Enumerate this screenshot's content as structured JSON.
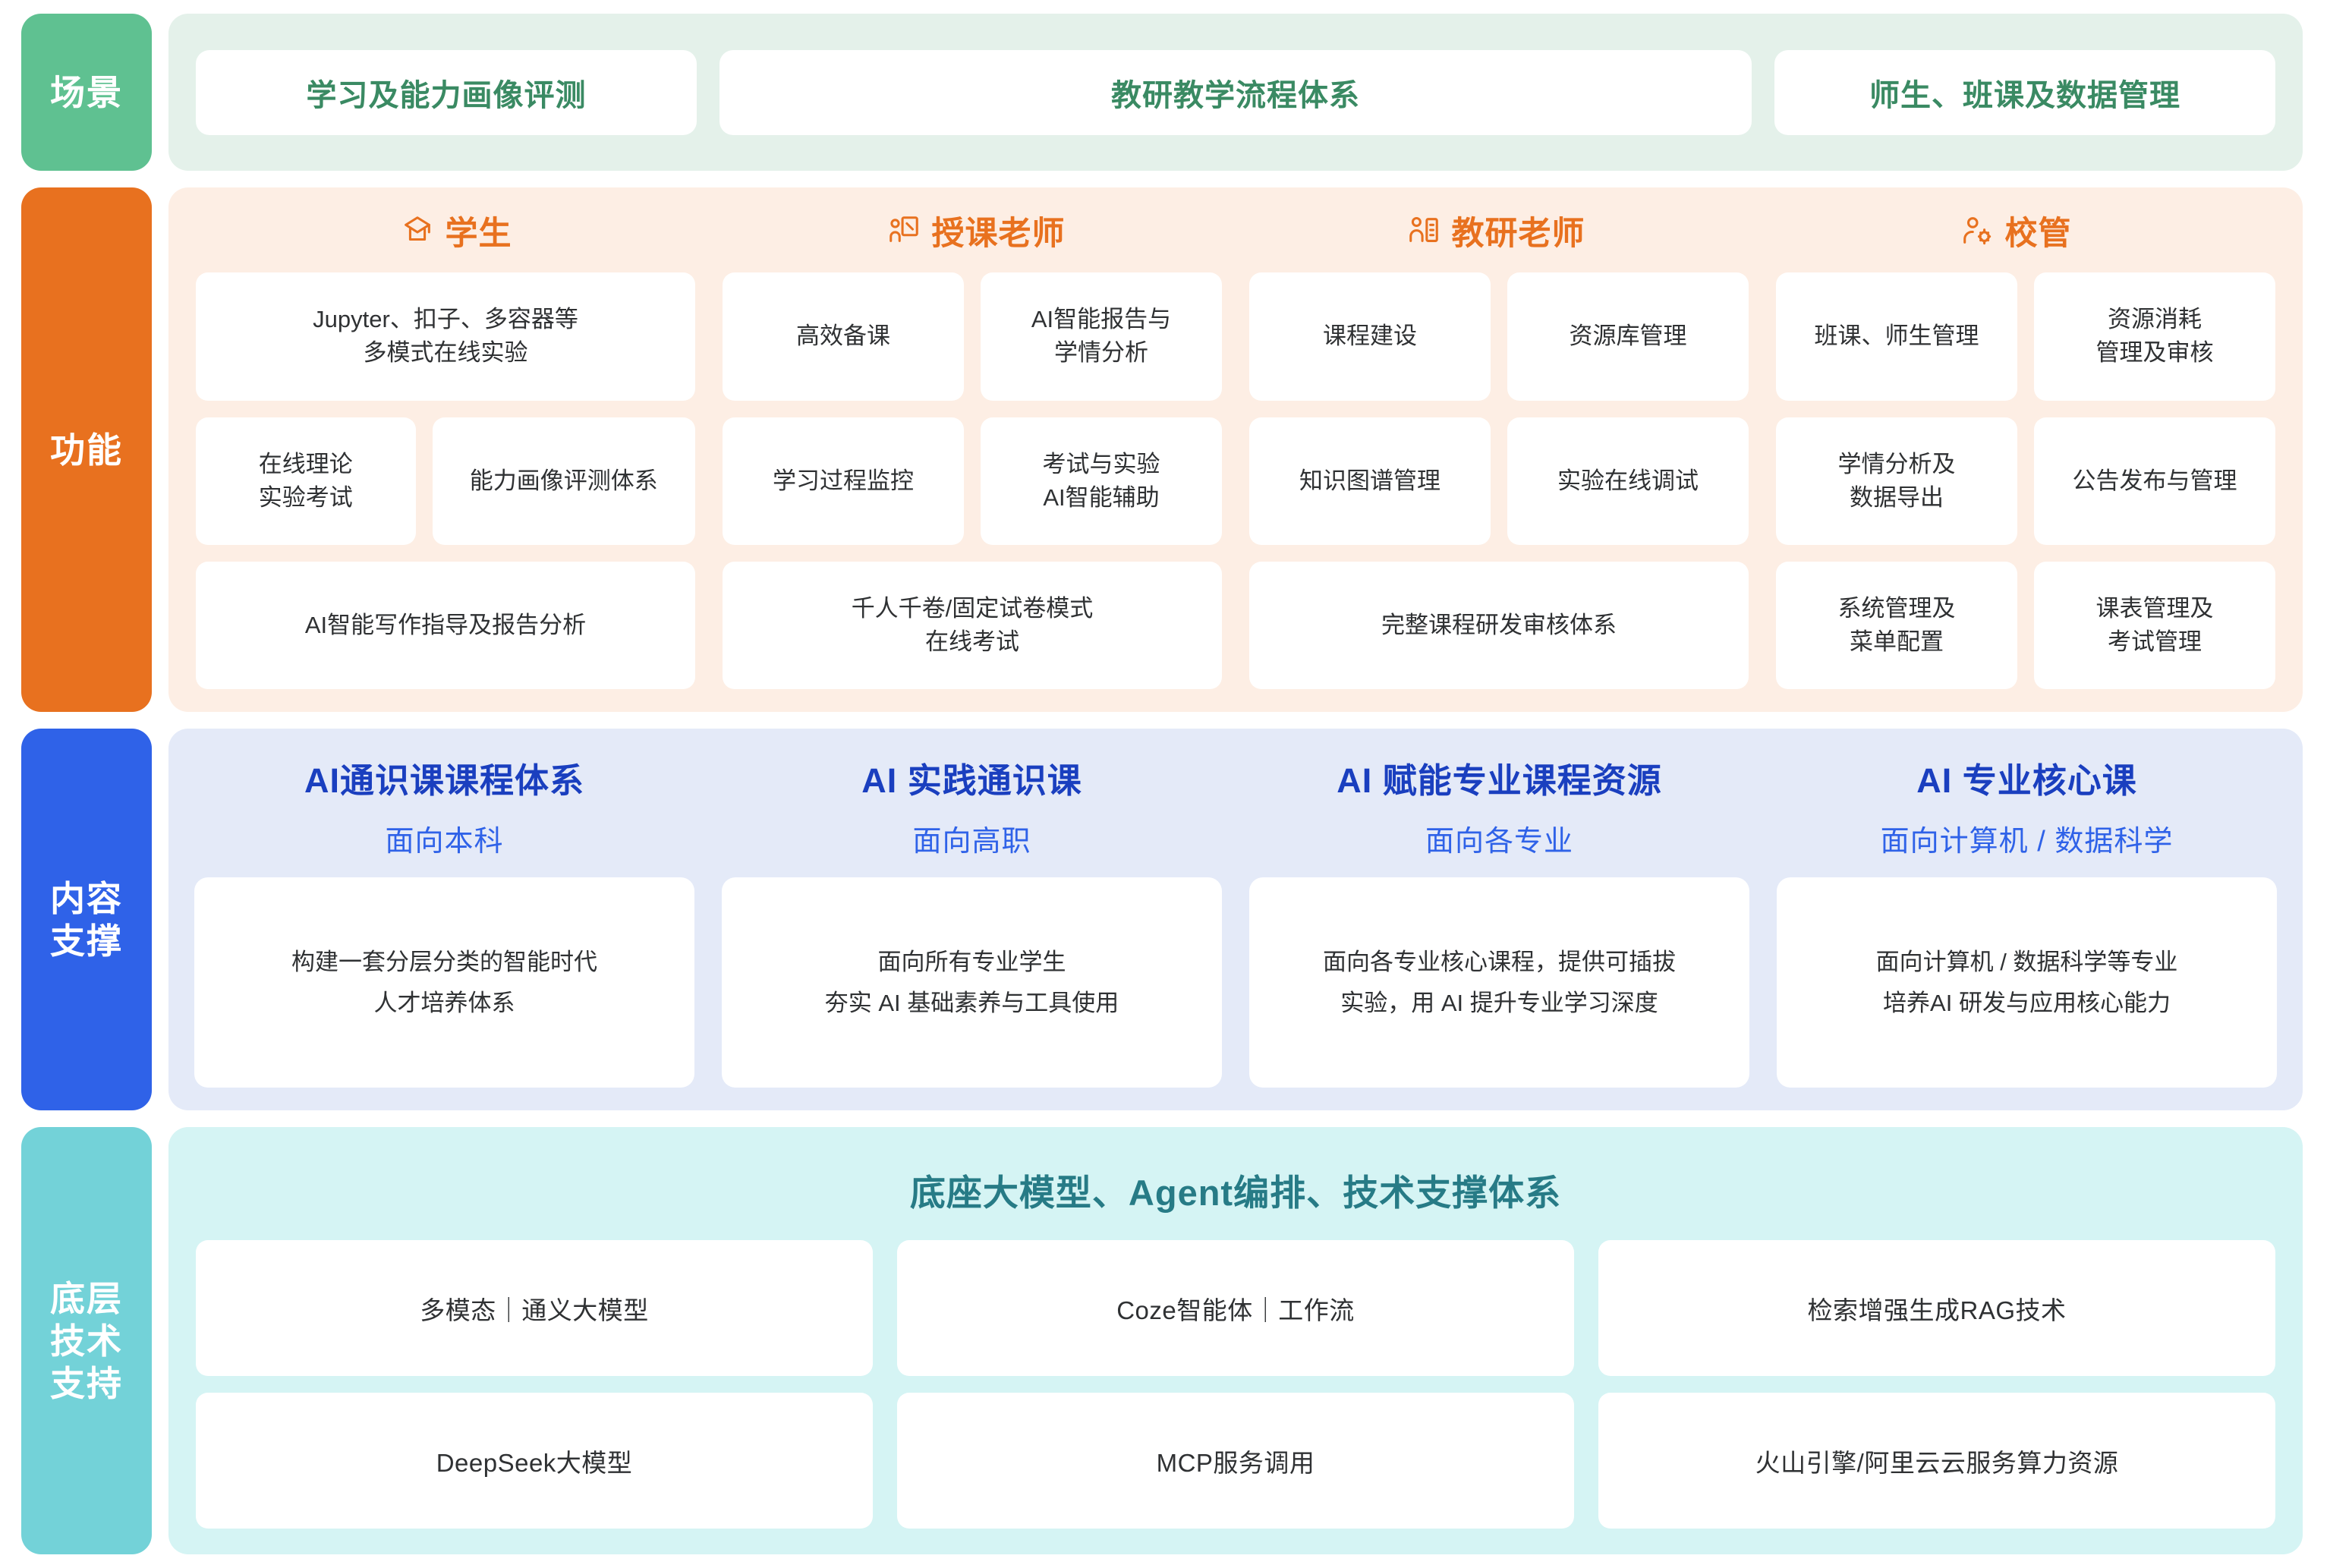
{
  "scene": {
    "rail_label": "场景",
    "cards": [
      "学习及能力画像评测",
      "教研教学流程体系",
      "师生、班课及数据管理"
    ]
  },
  "function": {
    "rail_label": "功能",
    "columns": [
      {
        "icon": "graduation-cap-icon",
        "title": "学生",
        "rows": [
          [
            "Jupyter、扣子、多容器等\n多模式在线实验"
          ],
          [
            "在线理论\n实验考试",
            "能力画像评测体系"
          ],
          [
            "AI智能写作指导及报告分析"
          ]
        ]
      },
      {
        "icon": "teacher-board-icon",
        "title": "授课老师",
        "rows": [
          [
            "高效备课",
            "AI智能报告与\n学情分析"
          ],
          [
            "学习过程监控",
            "考试与实验\nAI智能辅助"
          ],
          [
            "千人千卷/固定试卷模式\n在线考试"
          ]
        ]
      },
      {
        "icon": "researcher-icon",
        "title": "教研老师",
        "rows": [
          [
            "课程建设",
            "资源库管理"
          ],
          [
            "知识图谱管理",
            "实验在线调试"
          ],
          [
            "完整课程研发审核体系"
          ]
        ]
      },
      {
        "icon": "admin-gear-icon",
        "title": "校管",
        "rows": [
          [
            "班课、师生管理",
            "资源消耗\n管理及审核"
          ],
          [
            "学情分析及\n数据导出",
            "公告发布与管理"
          ],
          [
            "系统管理及\n菜单配置",
            "课表管理及\n考试管理"
          ]
        ]
      }
    ]
  },
  "content": {
    "rail_label": "内容\n支撑",
    "columns": [
      {
        "title": "AI通识课课程体系",
        "subtitle": "面向本科",
        "description": "构建一套分层分类的智能时代\n人才培养体系"
      },
      {
        "title": "AI 实践通识课",
        "subtitle": "面向高职",
        "description": "面向所有专业学生\n夯实 AI 基础素养与工具使用"
      },
      {
        "title": "AI 赋能专业课程资源",
        "subtitle": "面向各专业",
        "description": "面向各专业核心课程，提供可插拔\n实验，用 AI 提升专业学习深度"
      },
      {
        "title": "AI 专业核心课",
        "subtitle": "面向计算机 / 数据科学",
        "description": "面向计算机 / 数据科学等专业\n培养AI 研发与应用核心能力"
      }
    ]
  },
  "tech": {
    "rail_label": "底层\n技术\n支持",
    "title": "底座大模型、Agent编排、技术支撑体系",
    "rows": [
      [
        "多模态｜通义大模型",
        "Coze智能体｜工作流",
        "检索增强生成RAG技术"
      ],
      [
        "DeepSeek大模型",
        "MCP服务调用",
        "火山引擎/阿里云云服务算力资源"
      ]
    ]
  },
  "colors": {
    "scene_rail": "#5FC191",
    "scene_band": "#E4F1EA",
    "scene_text": "#3A8A63",
    "function_rail": "#E8711F",
    "function_band": "#FDEEE4",
    "content_rail": "#2F62E8",
    "content_band": "#E4EAF8",
    "content_title": "#1A3FBF",
    "tech_rail": "#73D2D8",
    "tech_band": "#D5F4F4",
    "tech_title": "#277B86"
  }
}
